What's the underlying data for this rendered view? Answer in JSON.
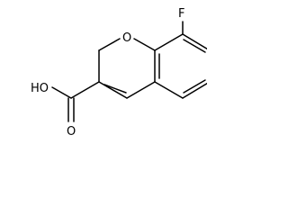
{
  "structure": {
    "atom_labels": {
      "fluorine": "F",
      "ring_oxygen": "O",
      "hydroxyl": "HO",
      "carbonyl_oxygen": "O"
    }
  }
}
